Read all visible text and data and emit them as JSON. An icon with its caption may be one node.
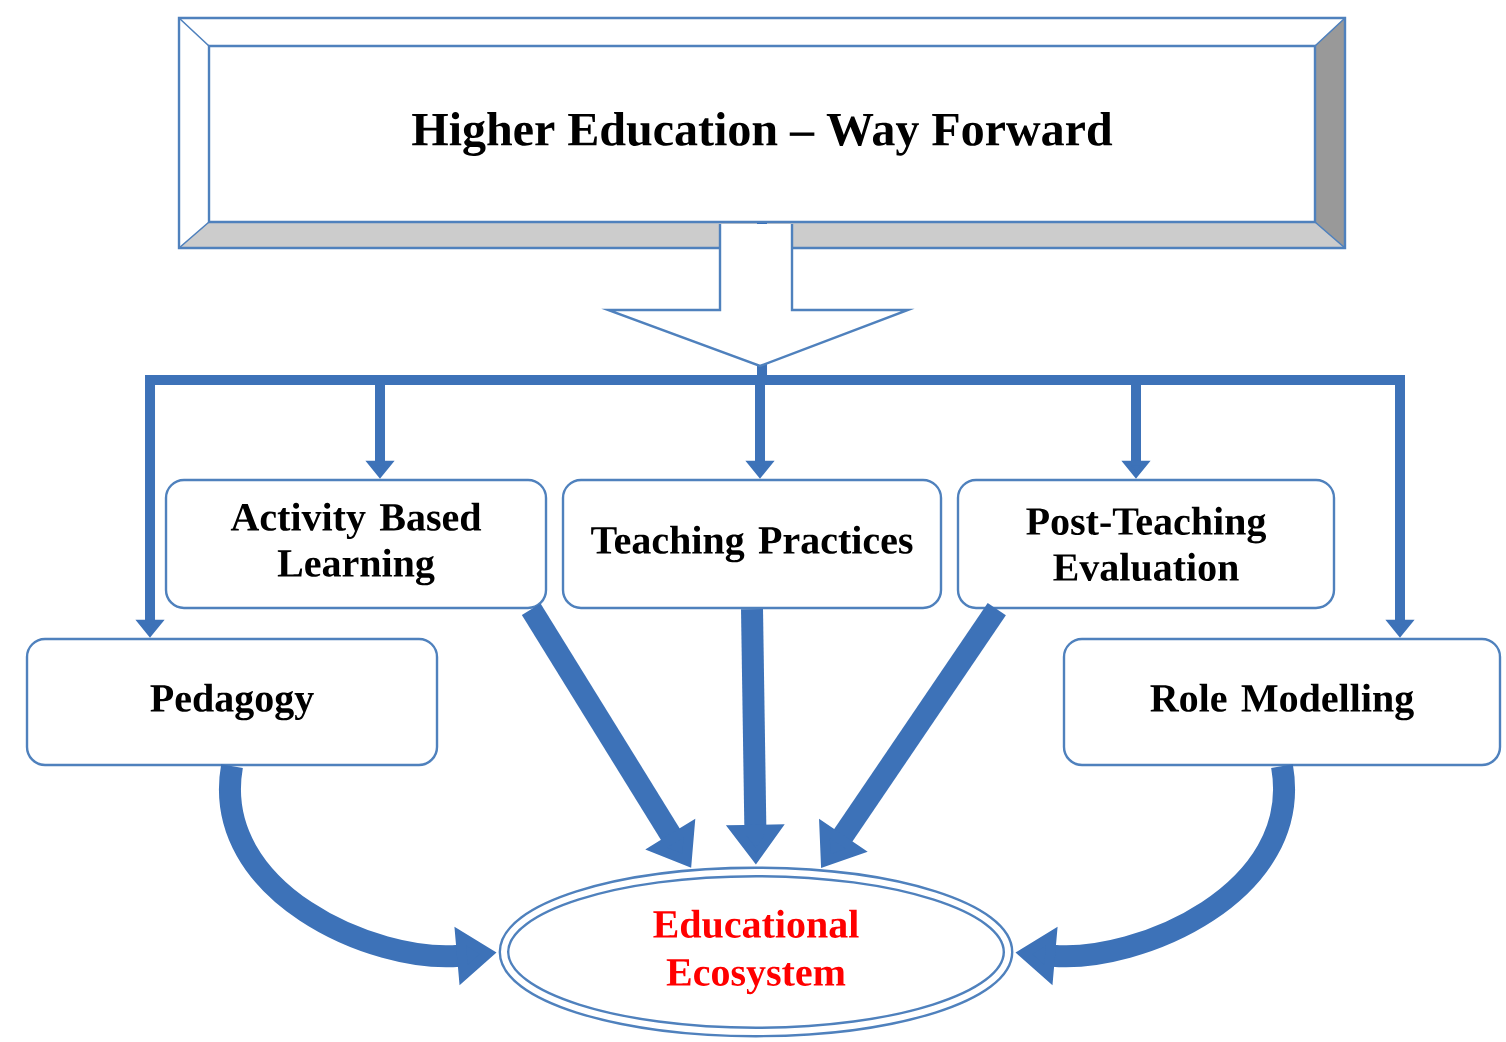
{
  "diagram": {
    "nodes": [
      {
        "text": [
          "Higher Education – Way Forward"
        ]
      },
      {
        "text": [
          "Activity Based Learning"
        ]
      },
      {
        "text": [
          "Teaching Practices"
        ]
      },
      {
        "text": [
          "Post-Teaching Evaluation"
        ]
      },
      {
        "text": [
          "Pedagogy"
        ]
      },
      {
        "text": [
          "Role Modelling"
        ]
      },
      {
        "text": [
          "Educational Ecosystem"
        ]
      }
    ],
    "edges": [
      {
        "from": 0,
        "to": 1,
        "arrow": "to"
      },
      {
        "from": 0,
        "to": 2,
        "arrow": "to"
      },
      {
        "from": 0,
        "to": 3,
        "arrow": "to"
      },
      {
        "from": 0,
        "to": 4,
        "arrow": "to"
      },
      {
        "from": 0,
        "to": 5,
        "arrow": "to"
      },
      {
        "from": 1,
        "to": 6,
        "arrow": "to",
        "style": "thick"
      },
      {
        "from": 2,
        "to": 6,
        "arrow": "to",
        "style": "thick"
      },
      {
        "from": 3,
        "to": 6,
        "arrow": "to",
        "style": "thick"
      },
      {
        "from": 4,
        "to": 6,
        "arrow": "to",
        "style": "thick"
      },
      {
        "from": 5,
        "to": 6,
        "arrow": "to",
        "style": "thick"
      }
    ]
  }
}
